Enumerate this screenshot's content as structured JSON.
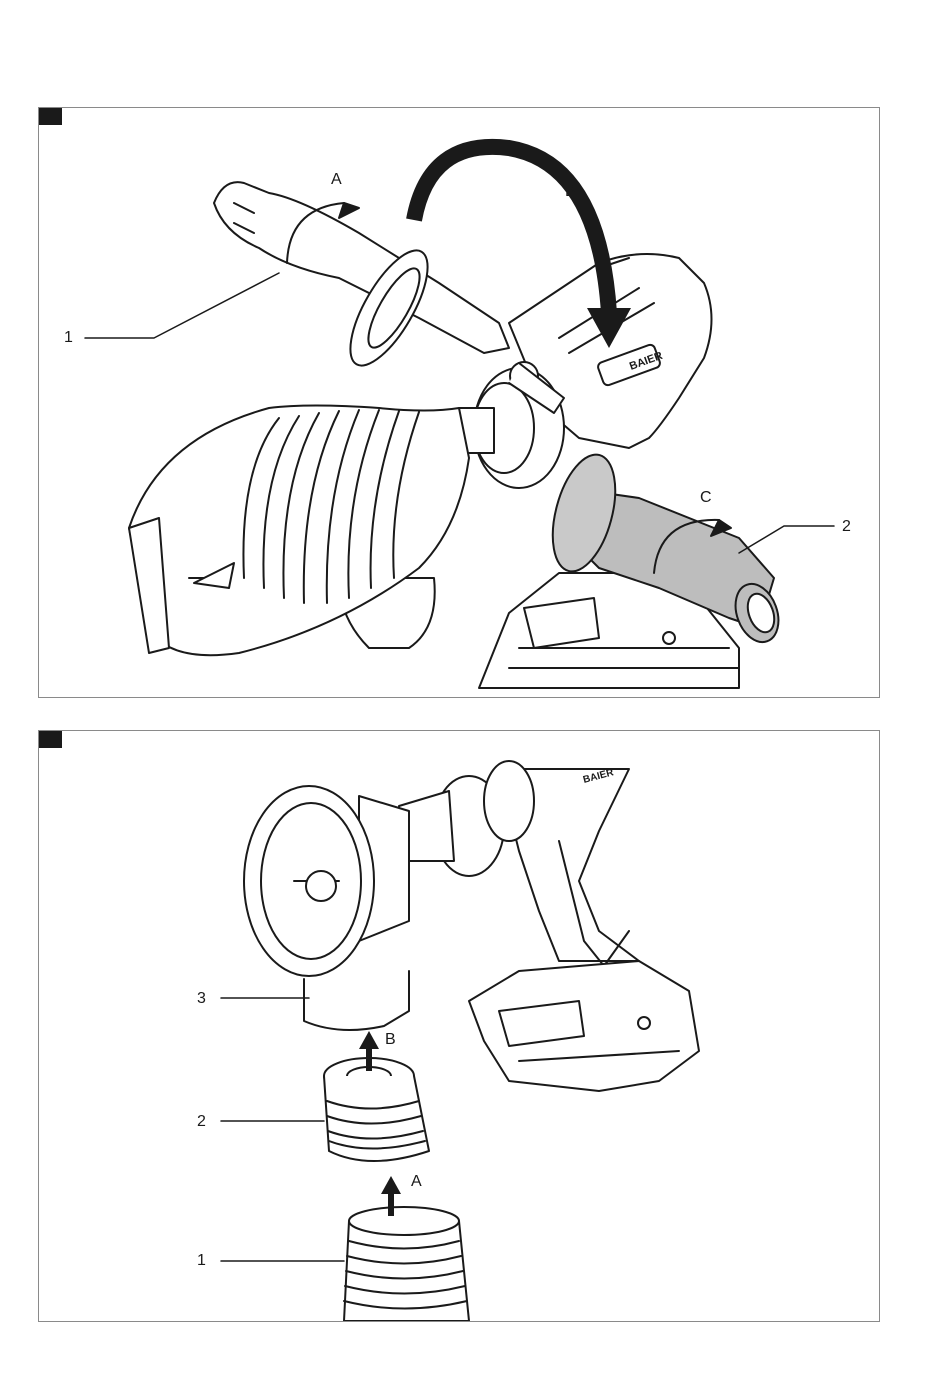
{
  "figure_top": {
    "callouts": [
      "1",
      "2"
    ],
    "arrows": [
      "A",
      "B",
      "C"
    ],
    "brand_text": "BAIER"
  },
  "figure_bottom": {
    "callouts": [
      "1",
      "2",
      "3"
    ],
    "arrows": [
      "A",
      "B"
    ],
    "brand_text": "BAIER"
  }
}
